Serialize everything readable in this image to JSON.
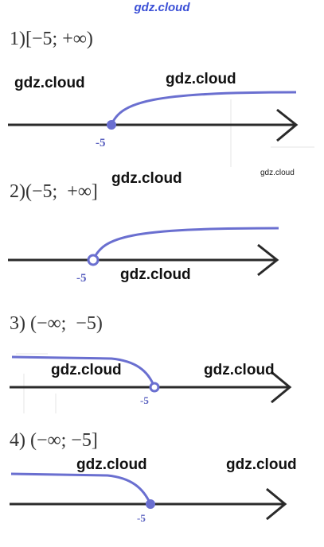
{
  "header": {
    "watermark": "gdz.cloud"
  },
  "problems": [
    {
      "interval": "1)[−5; +∞)",
      "point": "-5",
      "point_type": "filled",
      "direction": "right"
    },
    {
      "interval": "2)(−5;  +∞]",
      "point": "-5",
      "point_type": "open",
      "direction": "right"
    },
    {
      "interval": "3) (−∞;  −5)",
      "point": "-5",
      "point_type": "open",
      "direction": "left"
    },
    {
      "interval": "4) (−∞; −5]",
      "point": "-5",
      "point_type": "filled",
      "direction": "left"
    }
  ],
  "watermarks": {
    "text": "gdz.cloud",
    "small": "gdz.cloud"
  },
  "colors": {
    "curve": "#6a6fd0",
    "axis": "#2a2a2a",
    "header": "#3a4fd6"
  }
}
